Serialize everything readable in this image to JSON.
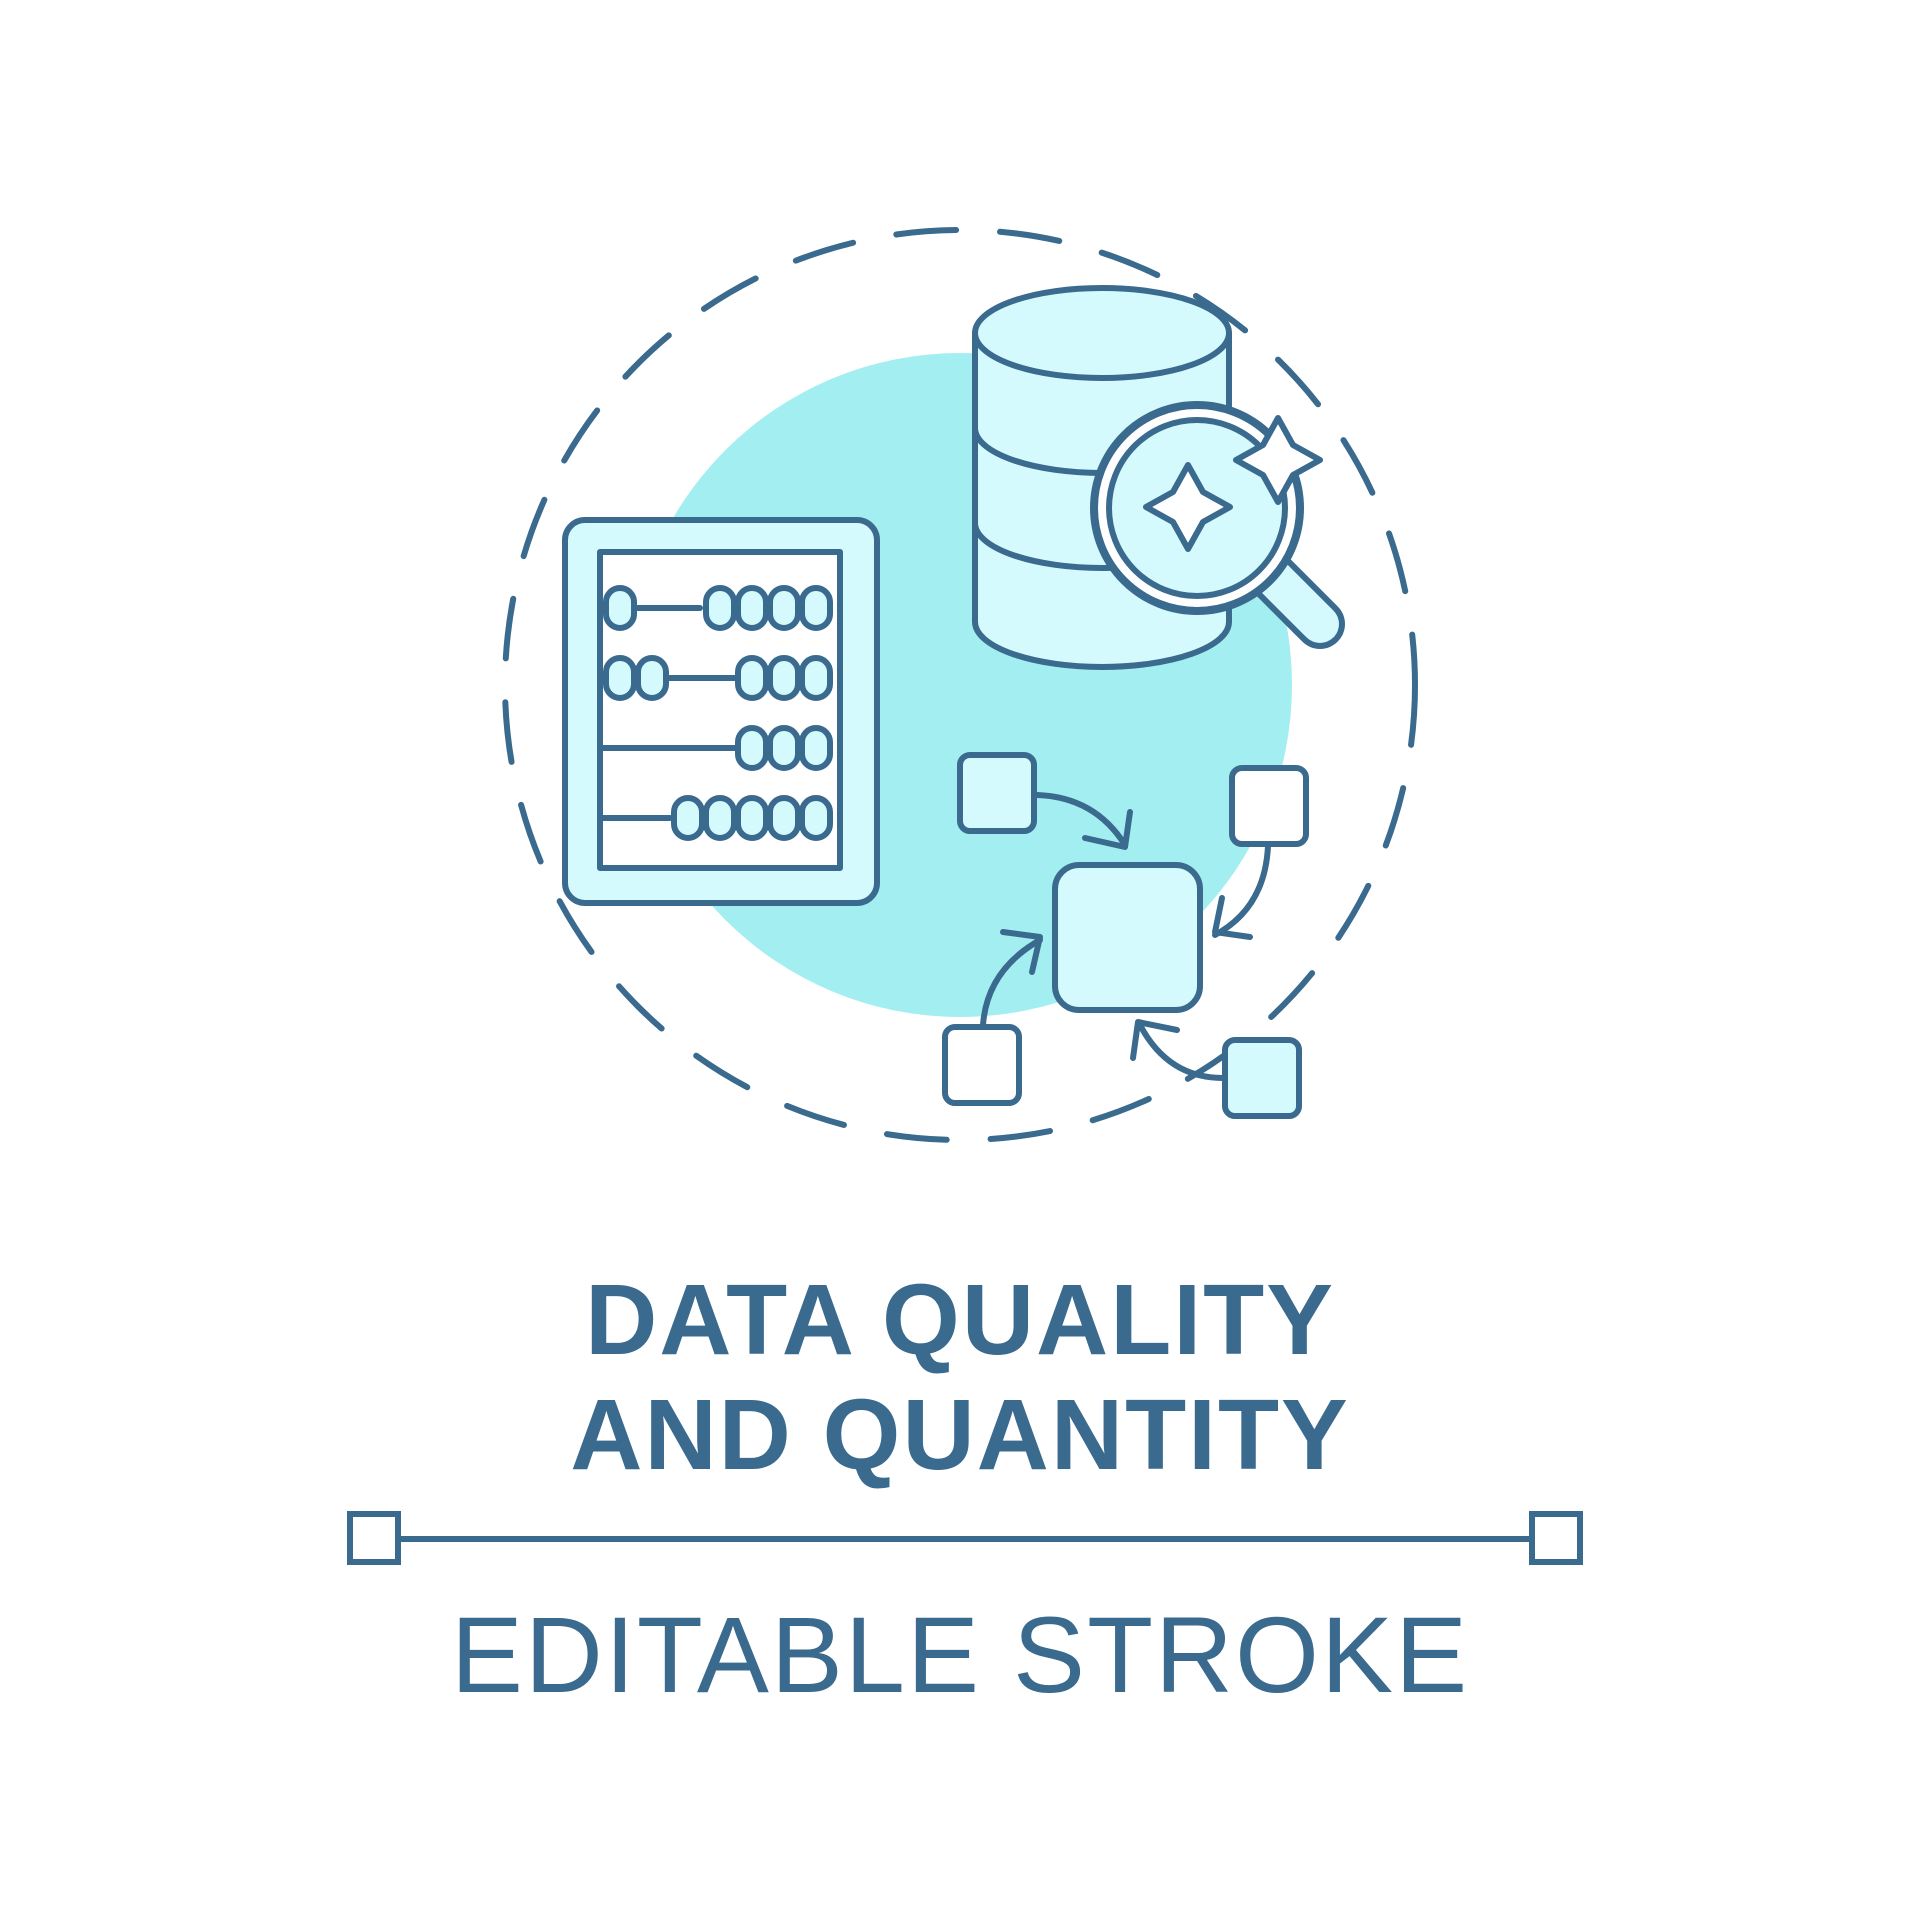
{
  "colors": {
    "stroke": "#3a6a8e",
    "backdrop": "#a3eef0",
    "fill_light": "#d4fafd",
    "background": "#ffffff"
  },
  "icons": [
    "abacus-icon",
    "database-icon",
    "magnifier-icon",
    "sparkle-icon",
    "data-flow-icon"
  ],
  "title": {
    "line1": "DATA QUALITY",
    "line2": "AND QUANTITY"
  },
  "caption": "EDITABLE STROKE"
}
